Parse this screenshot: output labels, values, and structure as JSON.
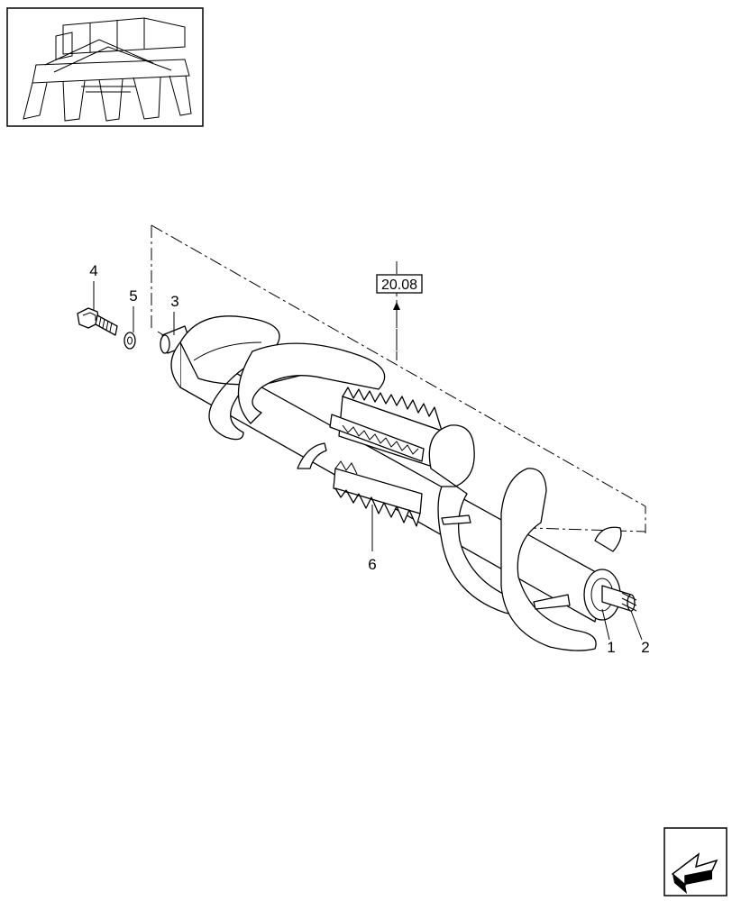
{
  "reference_box": "20.08",
  "callouts": [
    {
      "id": "1",
      "text": "1"
    },
    {
      "id": "2",
      "text": "2"
    },
    {
      "id": "3",
      "text": "3"
    },
    {
      "id": "4",
      "text": "4"
    },
    {
      "id": "5",
      "text": "5"
    },
    {
      "id": "6",
      "text": "6"
    }
  ],
  "icons": {
    "thumbnail": "machine-thumbnail-icon",
    "nav": "next-page-arrow-icon"
  }
}
